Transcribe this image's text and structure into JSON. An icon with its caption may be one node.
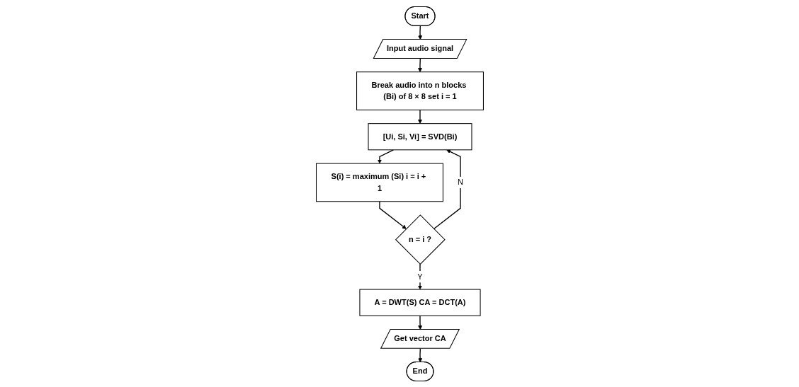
{
  "diagram": {
    "nodes": [
      {
        "text": [
          "Start"
        ]
      },
      {
        "text": [
          "Input audio signal"
        ]
      },
      {
        "text": [
          "Break audio into n blocks (Bi) of 8 × 8 set i = 1"
        ]
      },
      {
        "text": [
          "[Ui, Si, Vi] = SVD(Bi)"
        ]
      },
      {
        "text": [
          "S(i) = maximum (Si) i = i + 1"
        ]
      },
      {
        "text": [
          "n = i ?"
        ]
      },
      {
        "text": [
          "A = DWT(S) CA = DCT(A)"
        ]
      },
      {
        "text": [
          "Get vector CA"
        ]
      },
      {
        "text": [
          "End"
        ]
      }
    ],
    "edges": [
      {
        "from": 0,
        "to": 1,
        "arrow": "to"
      },
      {
        "from": 1,
        "to": 2,
        "arrow": "to"
      },
      {
        "from": 2,
        "to": 3,
        "arrow": "to"
      },
      {
        "from": 3,
        "to": 4,
        "arrow": "to"
      },
      {
        "from": 4,
        "to": 5,
        "arrow": "to"
      },
      {
        "from": 5,
        "to": 3,
        "label": "N",
        "arrow": "to"
      },
      {
        "from": 5,
        "to": 6,
        "label": "Y",
        "arrow": "to"
      },
      {
        "from": 6,
        "to": 7,
        "arrow": "to"
      },
      {
        "from": 7,
        "to": 8,
        "arrow": "to"
      }
    ]
  }
}
